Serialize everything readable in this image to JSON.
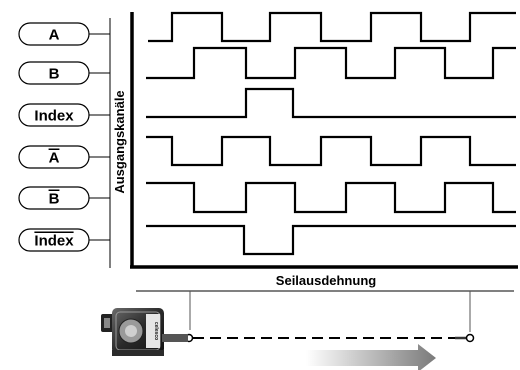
{
  "channels": [
    {
      "id": "a",
      "label": "A",
      "overline": false
    },
    {
      "id": "b",
      "label": "B",
      "overline": false
    },
    {
      "id": "index",
      "label": "Index",
      "overline": false
    },
    {
      "id": "a-inverted",
      "label": "A",
      "overline": true
    },
    {
      "id": "b-inverted",
      "label": "B",
      "overline": true
    },
    {
      "id": "index-inverted",
      "label": "Index",
      "overline": true
    }
  ],
  "axis": {
    "y_label": "Ausgangskanäle",
    "x_label": "Seilausdehnung"
  },
  "device": {
    "brand_text": "celesco"
  }
}
